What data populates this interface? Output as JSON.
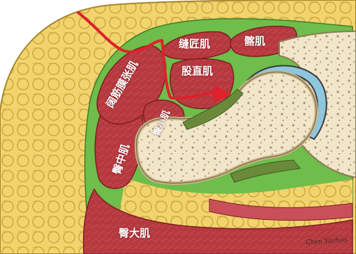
{
  "labels": {
    "tensor_fasciae_latae": "阔筋膜张肌",
    "sartorius": "缝匠肌",
    "iliacus": "髂肌",
    "rectus_femoris": "股直肌",
    "gluteus_minimus": "臀小肌",
    "gluteus_medius": "臀中肌",
    "gluteus_maximus": "臀大肌"
  },
  "signature": "Chen Yachao",
  "colors": {
    "subcutaneous_fat": "#f2d46e",
    "muscle": "#b5393e",
    "muscle_highlight": "#c9505a",
    "fascia": "#6fbd4a",
    "bone": "#f1e6c9",
    "cortex": "#c9b48b",
    "cartilage": "#8ec6de",
    "surgical_path": "#e0202a"
  }
}
